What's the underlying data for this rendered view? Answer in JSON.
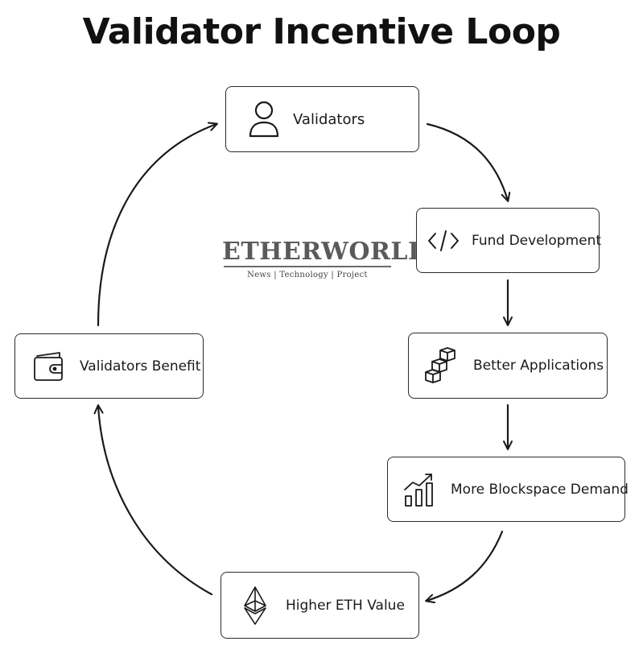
{
  "title": "Validator Incentive Loop",
  "watermark": {
    "logo": "ETHERWORLD",
    "tagline": "News | Technology | Project"
  },
  "nodes": [
    {
      "id": "validators",
      "label": "Validators",
      "icon": "person-icon"
    },
    {
      "id": "fund",
      "label": "Fund Development",
      "icon": "code-icon"
    },
    {
      "id": "apps",
      "label": "Better Applications",
      "icon": "blocks-icon"
    },
    {
      "id": "demand",
      "label": "More Blockspace Demand",
      "icon": "growth-chart-icon"
    },
    {
      "id": "eth",
      "label": "Higher ETH Value",
      "icon": "ethereum-icon"
    },
    {
      "id": "benefit",
      "label": "Validators Benefit",
      "icon": "wallet-icon"
    }
  ],
  "colors": {
    "stroke": "#1a1a1a",
    "border": "#2b2b2b",
    "background": "#ffffff"
  }
}
